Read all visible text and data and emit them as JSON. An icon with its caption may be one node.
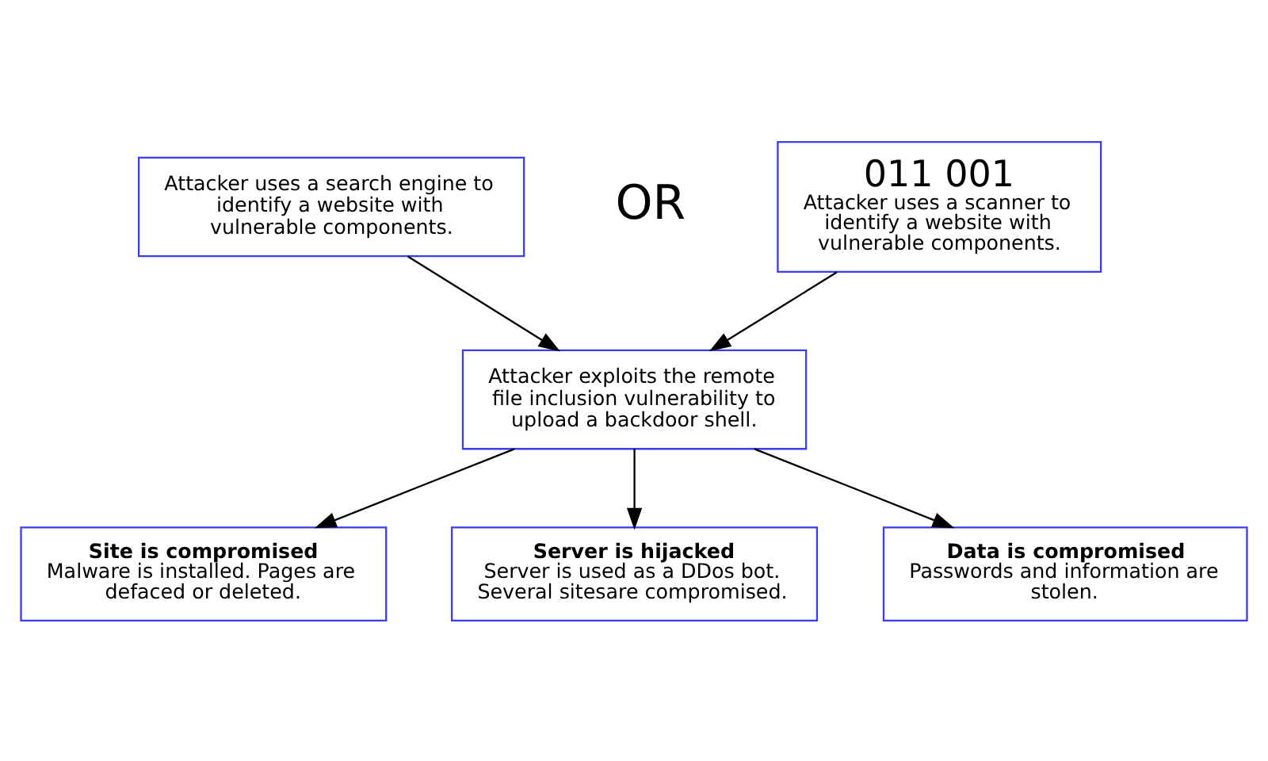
{
  "diagram": {
    "nodes": [
      {
        "text": [
          "Attacker uses a search engine to identify a website with vulnerable components."
        ]
      },
      {
        "text": [
          "011 001",
          "Attacker uses a scanner to identify a website with vulnerable components."
        ]
      },
      {
        "text": [
          "Attacker exploits the remote file inclusion vulnerability to upload a backdoor shell."
        ]
      },
      {
        "text": [
          "Site is compromised",
          "Malware is installed. Pages are defaced or deleted."
        ]
      },
      {
        "text": [
          "Server is hijacked",
          "Server is used as a DDos bot. Several sitesare compromised."
        ]
      },
      {
        "text": [
          "Data is compromised",
          "Passwords and information are stolen."
        ]
      }
    ],
    "edges": [
      {
        "from": 0,
        "to": 2,
        "arrow": "to"
      },
      {
        "from": 1,
        "to": 2,
        "arrow": "to"
      },
      {
        "from": 2,
        "to": 3,
        "arrow": "to"
      },
      {
        "from": 2,
        "to": 4,
        "arrow": "to"
      },
      {
        "from": 2,
        "to": 5,
        "arrow": "to"
      }
    ],
    "labels": [
      "OR"
    ]
  }
}
